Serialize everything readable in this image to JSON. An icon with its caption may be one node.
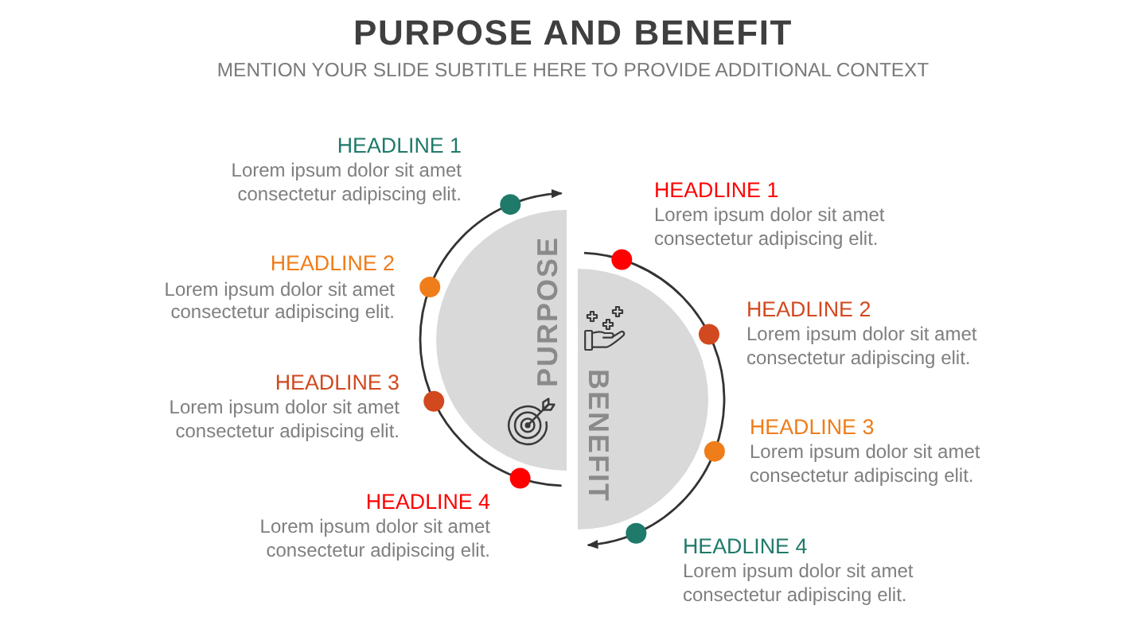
{
  "diagram": {
    "title": "PURPOSE AND BENEFIT",
    "nodes": [
      {
        "text": [
          "PURPOSE"
        ]
      },
      {
        "text": [
          "BENEFIT"
        ]
      }
    ],
    "labels": [
      "MENTION YOUR SLIDE SUBTITLE HERE TO PROVIDE ADDITIONAL CONTEXT",
      "HEADLINE 1",
      "Lorem ipsum dolor sit amet consectetur adipiscing elit.",
      "HEADLINE 2",
      "Lorem ipsum dolor sit amet consectetur adipiscing elit.",
      "HEADLINE 3",
      "Lorem ipsum dolor sit amet consectetur adipiscing elit.",
      "HEADLINE 4",
      "Lorem ipsum dolor sit amet consectetur adipiscing elit.",
      "HEADLINE 1",
      "Lorem ipsum dolor sit amet consectetur adipiscing elit.",
      "HEADLINE 2",
      "Lorem ipsum dolor sit amet consectetur adipiscing elit.",
      "HEADLINE 3",
      "Lorem ipsum dolor sit amet consectetur adipiscing elit.",
      "HEADLINE 4",
      "Lorem ipsum dolor sit amet consectetur adipiscing elit."
    ]
  }
}
